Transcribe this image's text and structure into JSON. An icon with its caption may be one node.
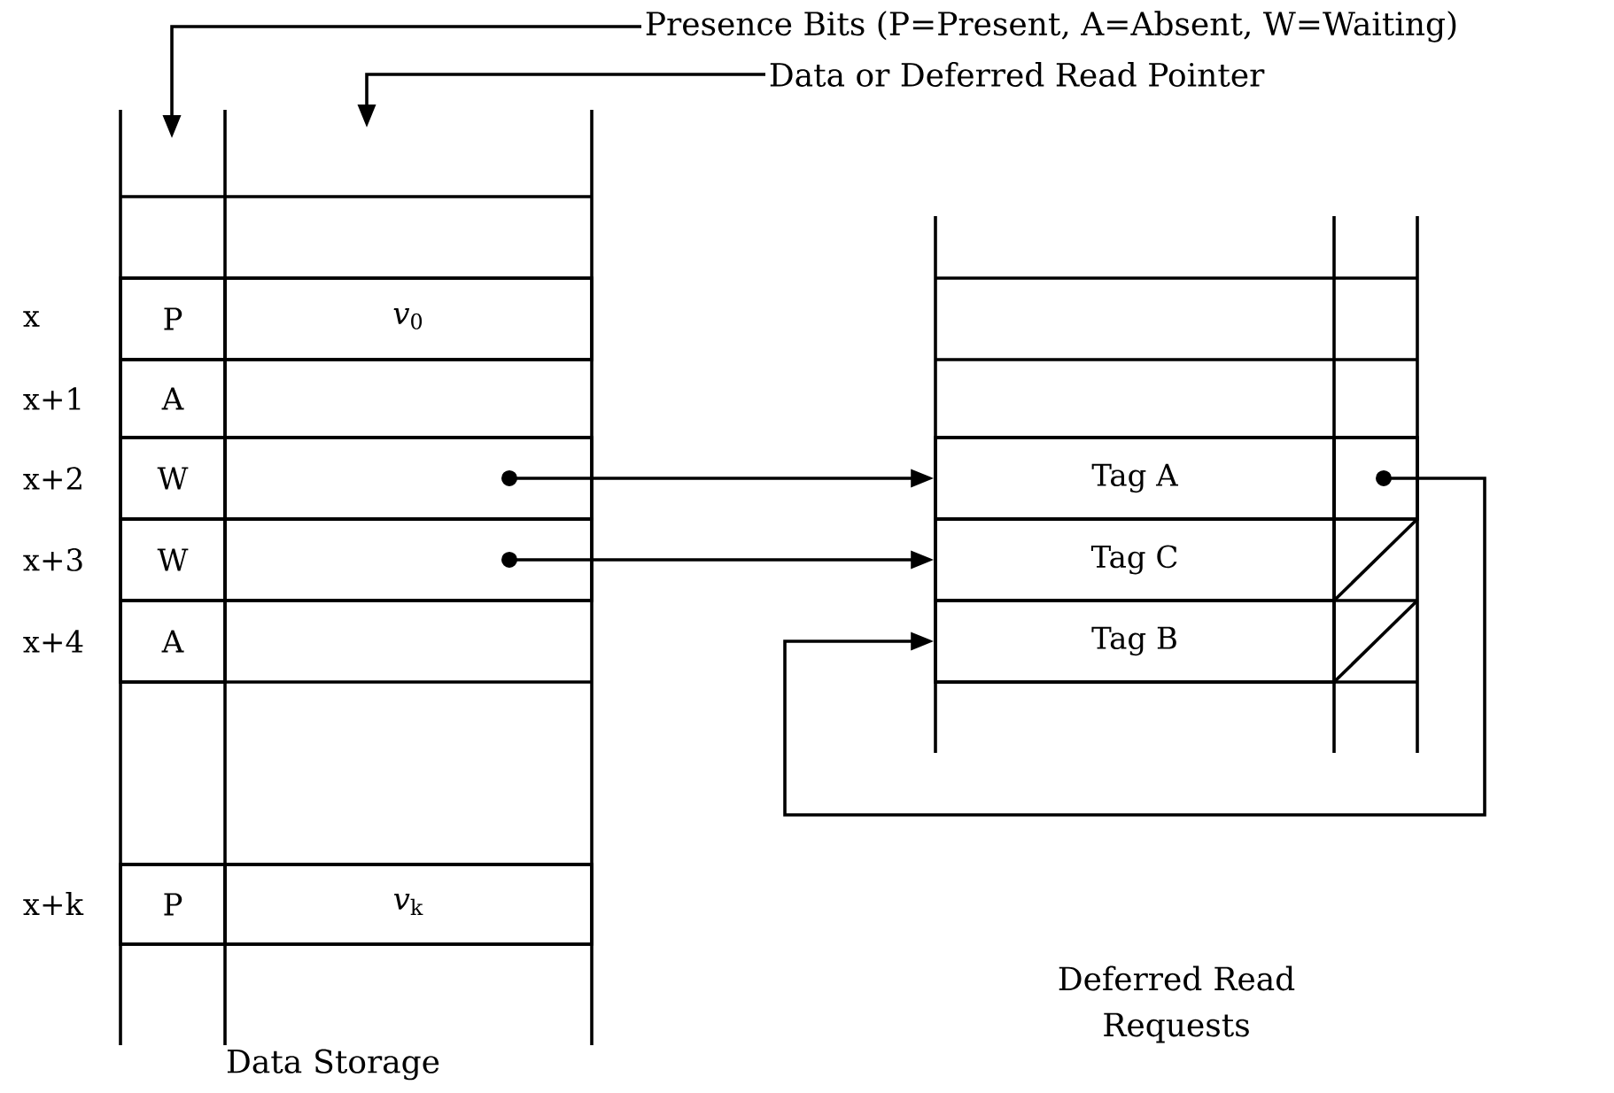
{
  "diagram": {
    "nodes": [
      {
        "text": [
          "Presence Bits (P=Present, A=Absent, W=Waiting)"
        ]
      },
      {
        "text": [
          "Data or Deferred Read Pointer"
        ]
      },
      {
        "text": [
          "P"
        ]
      },
      {
        "text": [
          "*v*$_{0}$"
        ]
      },
      {
        "text": [
          "A"
        ]
      },
      {
        "text": [
          "W"
        ]
      },
      {
        "text": [],
        "shape": "box"
      },
      {
        "text": [
          "W"
        ]
      },
      {
        "text": [],
        "shape": "box"
      },
      {
        "text": [
          "A"
        ]
      },
      {
        "text": [
          "P"
        ]
      },
      {
        "text": [
          "*v*$_{k}$"
        ]
      },
      {
        "text": [
          "Tag A"
        ]
      },
      {
        "text": [],
        "shape": "box"
      },
      {
        "text": [
          "Tag C"
        ]
      },
      {
        "text": [
          "Tag B"
        ]
      }
    ],
    "edges": [
      {
        "from": 6,
        "to": 12,
        "arrow": "to"
      },
      {
        "from": 8,
        "to": 14,
        "arrow": "to"
      },
      {
        "from": 13,
        "to": 15,
        "arrow": "to"
      },
      {
        "from": 0,
        "to": null,
        "arrow": "to"
      },
      {
        "from": 1,
        "to": null,
        "arrow": "to"
      }
    ],
    "labels": [
      "x",
      "x+1",
      "x+2",
      "x+3",
      "x+4",
      "x+k",
      "Deferred Read Requests",
      "Data Storage"
    ]
  }
}
